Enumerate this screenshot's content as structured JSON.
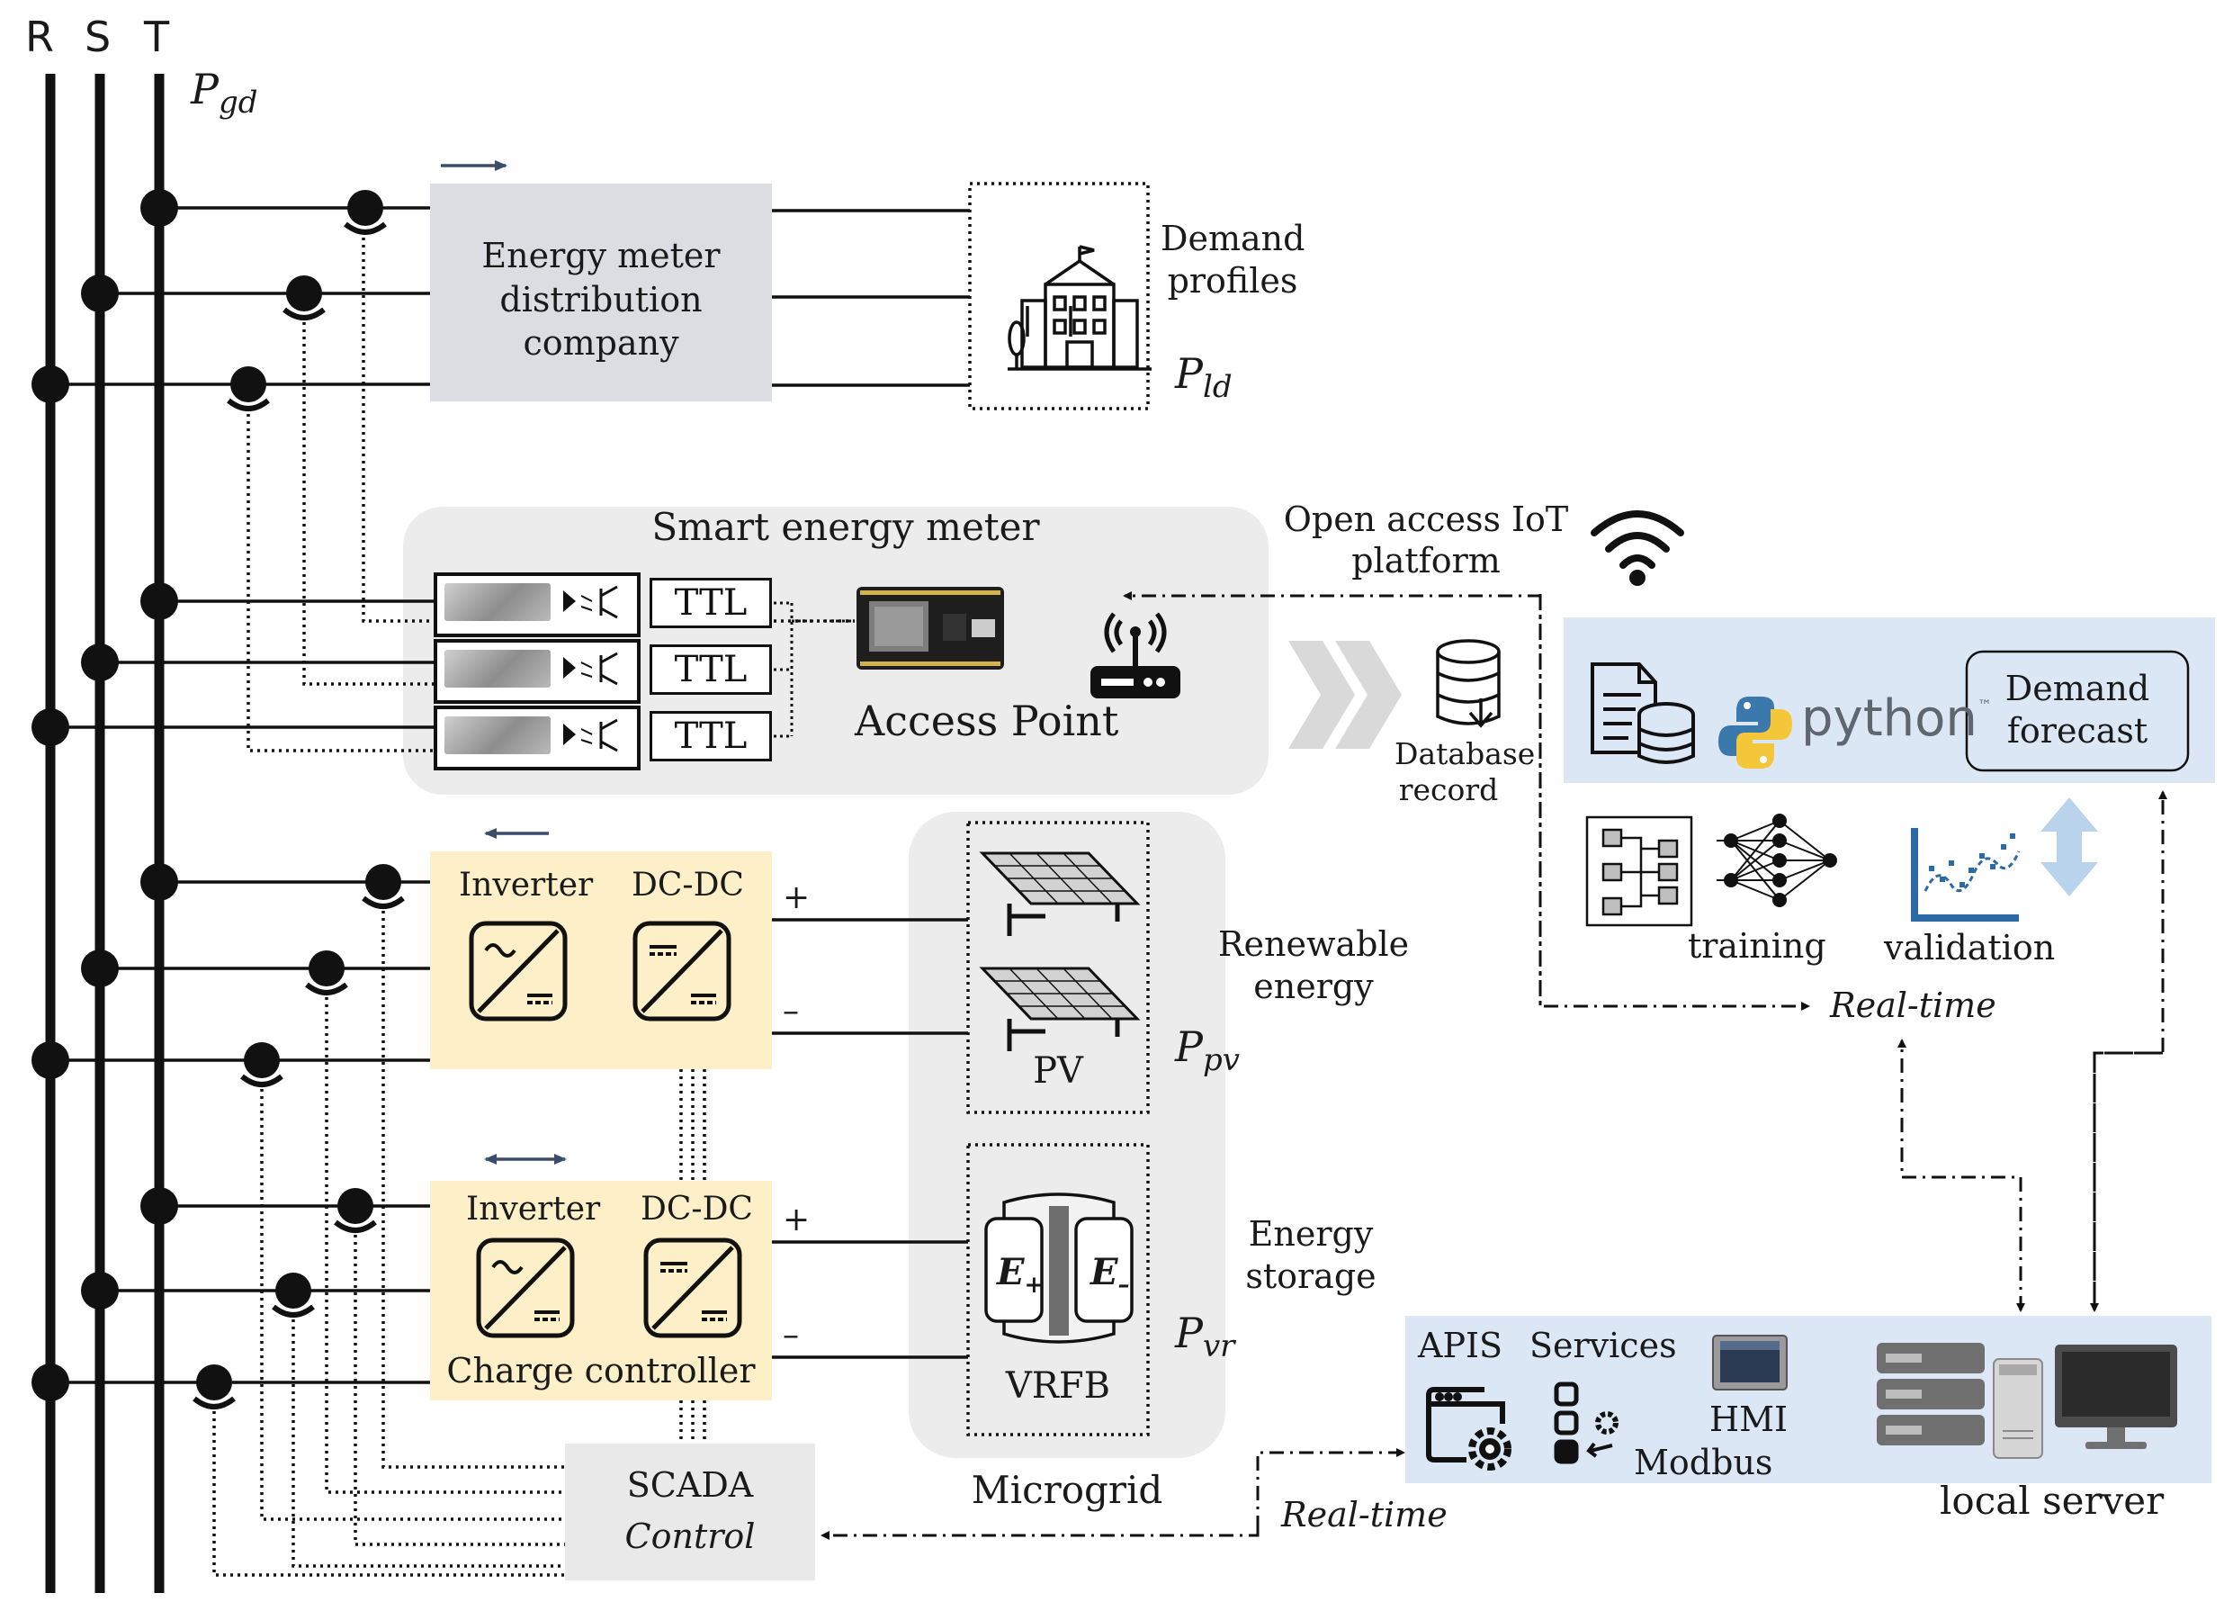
{
  "phases": [
    "R",
    "S",
    "T"
  ],
  "p_grid": {
    "sym": "P",
    "sub": "gd"
  },
  "energy_meter": {
    "line1": "Energy meter",
    "line2": "distribution",
    "line3": "company"
  },
  "demand": {
    "line1": "Demand",
    "line2": "profiles",
    "p_sym": "P",
    "p_sub": "ld"
  },
  "smart_meter": {
    "title": "Smart energy meter",
    "ttl_labels": [
      "TTL",
      "TTL",
      "TTL"
    ],
    "access_point": "Access Point"
  },
  "iot": {
    "line1": "Open access IoT",
    "line2": "platform"
  },
  "database": {
    "line1": "Database",
    "line2": "record"
  },
  "python_panel": {
    "python_text": "python",
    "tm": "™",
    "forecast_line1": "Demand",
    "forecast_line2": "forecast"
  },
  "ml": {
    "training": "training",
    "validation": "validation",
    "realtime": "Real-time"
  },
  "pv_converter": {
    "inverter": "Inverter",
    "dcdc": "DC-DC",
    "plus": "+",
    "minus": "–"
  },
  "storage_converter": {
    "inverter": "Inverter",
    "dcdc": "DC-DC",
    "plus": "+",
    "minus": "–",
    "charge": "Charge controller"
  },
  "pv": {
    "label": "PV",
    "renew_line1": "Renewable",
    "renew_line2": "energy",
    "p_sym": "P",
    "p_sub": "pv"
  },
  "vrfb": {
    "label": "VRFB",
    "e_plus": "E",
    "e_plus_sub": "+",
    "e_minus": "E",
    "e_minus_sub": "–",
    "storage_line1": "Energy",
    "storage_line2": "storage",
    "p_sym": "P",
    "p_sub": "vr"
  },
  "microgrid": {
    "label": "Microgrid"
  },
  "scada": {
    "line1": "SCADA",
    "line2": "Control"
  },
  "server_panel": {
    "apis": "APIS",
    "services": "Services",
    "hmi": "HMI",
    "modbus": "Modbus",
    "local_server": "local server"
  },
  "realtime_bottom": "Real-time",
  "colors": {
    "meter_box": "#dcdde2",
    "smart_panel": "#ececec",
    "converter": "#fdf0c9",
    "microgrid_panel": "#ececec",
    "scada_box": "#e9e9e9",
    "blue_panel": "#dbe7f4",
    "arrow_blue": "#3b4d6b",
    "chevron": "#d9d9d9",
    "double_arrow": "#b9d3ec",
    "python_blue": "#3b78ab",
    "python_yellow": "#f4c73a",
    "server_gray": "#6f6f6f",
    "chart_blue": "#2c6aa6"
  }
}
